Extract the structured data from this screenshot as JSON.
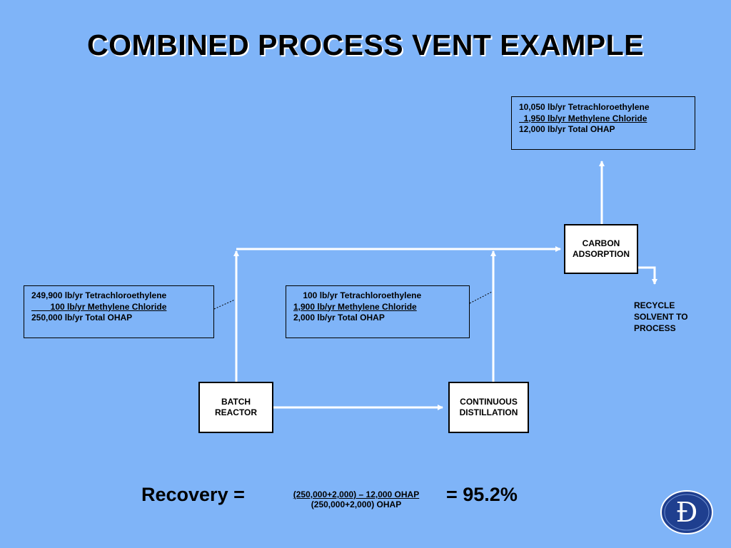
{
  "title": "COMBINED PROCESS VENT EXAMPLE",
  "vent_outlet": {
    "lines": [
      "10,050 lb/yr Tetrachloroethylene",
      "  1,950 lb/yr Methylene Chloride",
      "12,000 lb/yr Total OHAP"
    ]
  },
  "batch_stream": {
    "lines": [
      "249,900 lb/yr Tetrachloroethylene",
      "        100 lb/yr Methylene Chloride",
      "250,000 lb/yr Total OHAP"
    ]
  },
  "distillation_stream": {
    "lines": [
      "    100 lb/yr Tetrachloroethylene",
      "1,900 lb/yr Methylene Chloride",
      "2,000 lb/yr Total OHAP"
    ]
  },
  "units": {
    "batch_reactor": [
      "BATCH",
      "REACTOR"
    ],
    "continuous_distillation": [
      "CONTINUOUS",
      "DISTILLATION"
    ],
    "carbon_adsorption": [
      "CARBON",
      "ADSORPTION"
    ]
  },
  "recycle": [
    "RECYCLE",
    "SOLVENT TO",
    "PROCESS"
  ],
  "recovery": {
    "label": "Recovery =",
    "numerator": "(250,000+2,000) – 12,000 OHAP",
    "denominator": "(250,000+2,000) OHAP",
    "result": "= 95.2%"
  },
  "logo": {
    "letter": "Đ",
    "icon": "d-logo-icon",
    "color": "#1f3f8f"
  },
  "colors": {
    "background": "#7fb4f8",
    "line": "#ffffff"
  }
}
